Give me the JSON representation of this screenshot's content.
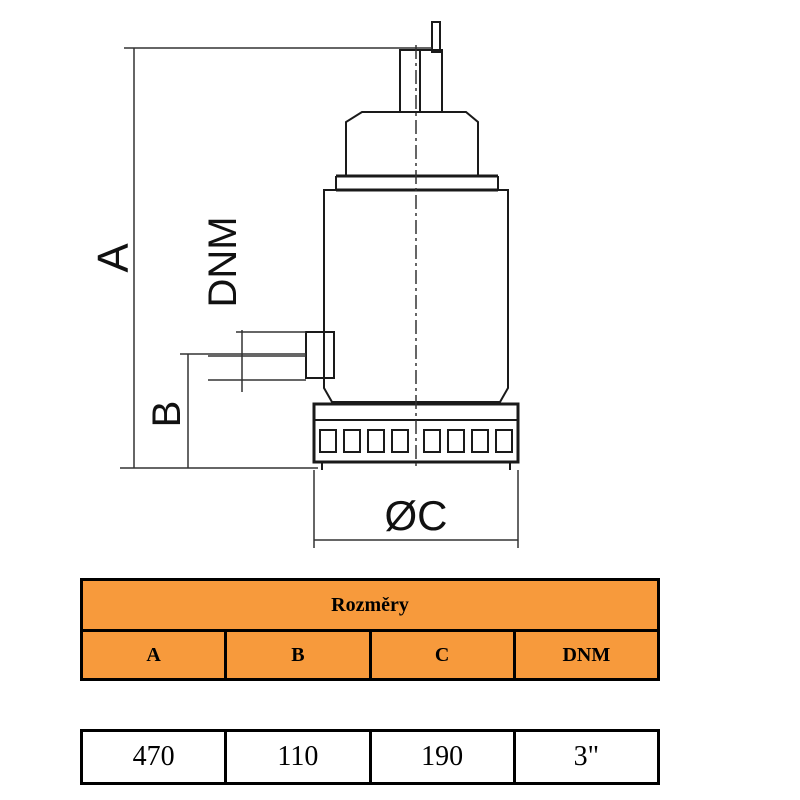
{
  "drawing": {
    "labels": {
      "a": "A",
      "b": "B",
      "dnm": "DNM",
      "c": "ØC"
    }
  },
  "table": {
    "title": "Rozměry",
    "headers": [
      "A",
      "B",
      "C",
      "DNM"
    ],
    "values": [
      "470",
      "110",
      "190",
      "3\""
    ],
    "header_color": "#f79a3c"
  }
}
